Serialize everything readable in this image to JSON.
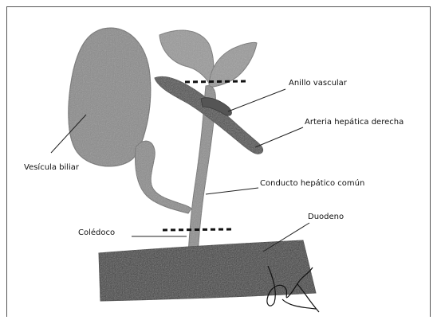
{
  "labels": {
    "anillo": "Anillo vascular",
    "arteria": "Arteria hepática derecha",
    "vesicula": "Vesícula biliar",
    "conducto": "Conducto hepático común",
    "duodeno": "Duodeno",
    "coledoco": "Colédoco"
  },
  "colors": {
    "organ": "#7c7c7c",
    "organ_dark": "#4a4a4a",
    "duodenum": "#3d3d3d",
    "line": "#222222"
  }
}
